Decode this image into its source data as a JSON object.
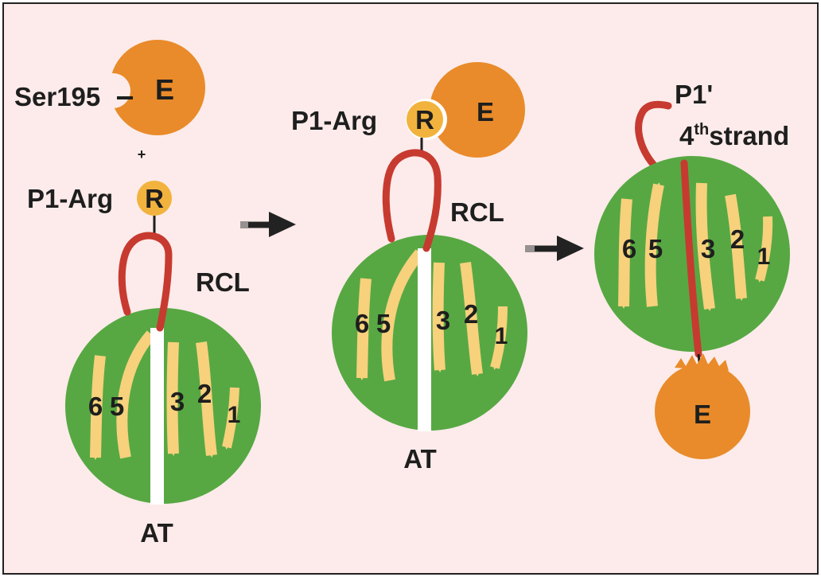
{
  "colors": {
    "background": "#fcebea",
    "frame": "#222222",
    "enzyme": "#e98b2a",
    "arginine": "#f2b33e",
    "loop": "#c73a30",
    "antithrombin": "#57a843",
    "strand": "#f7d17c",
    "strand_edge": "#e9b04a",
    "gap": "#ffffff",
    "arrow": "#222222"
  },
  "panel1": {
    "enzyme_label": "E",
    "ser_label": "Ser195",
    "plus": "+",
    "p1_label": "P1-Arg",
    "residue_label": "R",
    "rcl_label": "RCL",
    "strand_labels": [
      "6",
      "5",
      "3",
      "2",
      "1"
    ],
    "at_label": "AT"
  },
  "panel2": {
    "p1_label": "P1-Arg",
    "residue_label": "R",
    "enzyme_label": "E",
    "rcl_label": "RCL",
    "strand_labels": [
      "6",
      "5",
      "3",
      "2",
      "1"
    ],
    "at_label": "AT"
  },
  "panel3": {
    "p1_prime_label": "P1'",
    "fourth_number": "4",
    "fourth_sup": "th",
    "fourth_word": "strand",
    "strand_labels": [
      "6",
      "5",
      "3",
      "2",
      "1"
    ],
    "enzyme_label": "E"
  },
  "icons": {
    "arrow_1": "right-arrow-icon",
    "arrow_2": "right-arrow-icon"
  }
}
